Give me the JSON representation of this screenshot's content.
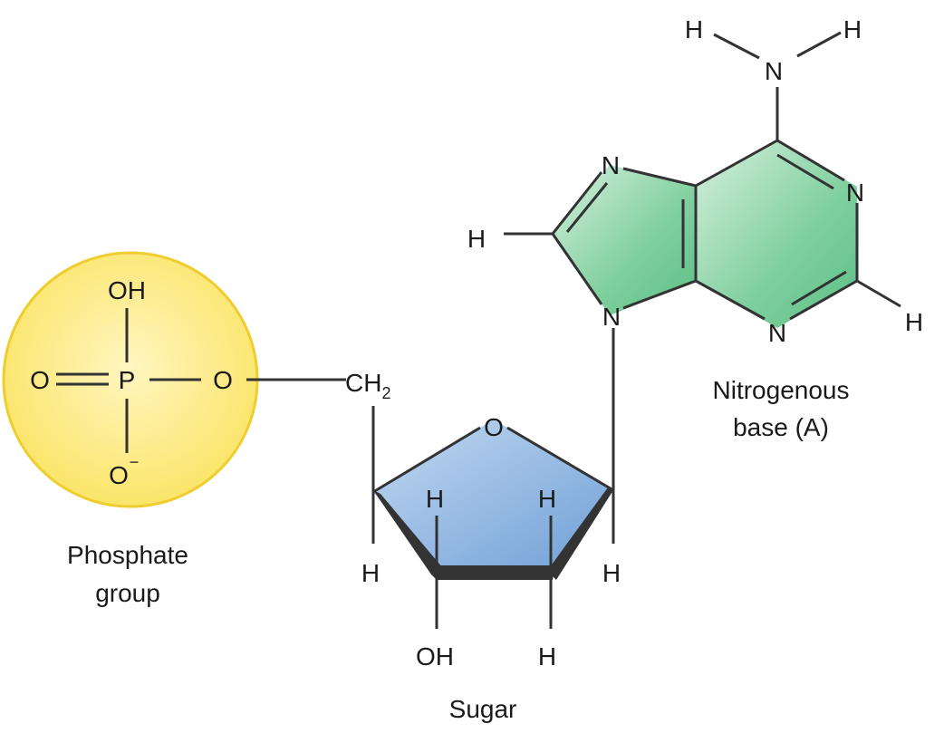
{
  "phosphate": {
    "oh_label": "OH",
    "o_double_label": "O",
    "p_label": "P",
    "o_bridge_label": "O",
    "o_minus_label": "O",
    "o_minus_charge": "−",
    "caption_line1": "Phosphate",
    "caption_line2": "group",
    "fill_color": "#fbe97a",
    "stroke_color": "#f2cf2e"
  },
  "sugar": {
    "ch2_label": "CH",
    "ch2_subscript": "2",
    "ring_o_label": "O",
    "h_c4_label": "H",
    "h_c3_top_label": "H",
    "h_c2_top_label": "H",
    "h_c1_label": "H",
    "oh_label": "OH",
    "h_c2_bottom_label": "H",
    "caption": "Sugar",
    "fill_color": "#8fb6e2"
  },
  "base": {
    "amine_n_label": "N",
    "amine_h_left_label": "H",
    "amine_h_right_label": "H",
    "n7_label": "N",
    "n1_label": "N",
    "n9_label": "N",
    "n3_label": "N",
    "c8_h_label": "H",
    "c2_h_label": "H",
    "caption_line1": "Nitrogenous",
    "caption_line2": "base (A)",
    "fill_color": "#7ccd9b"
  }
}
